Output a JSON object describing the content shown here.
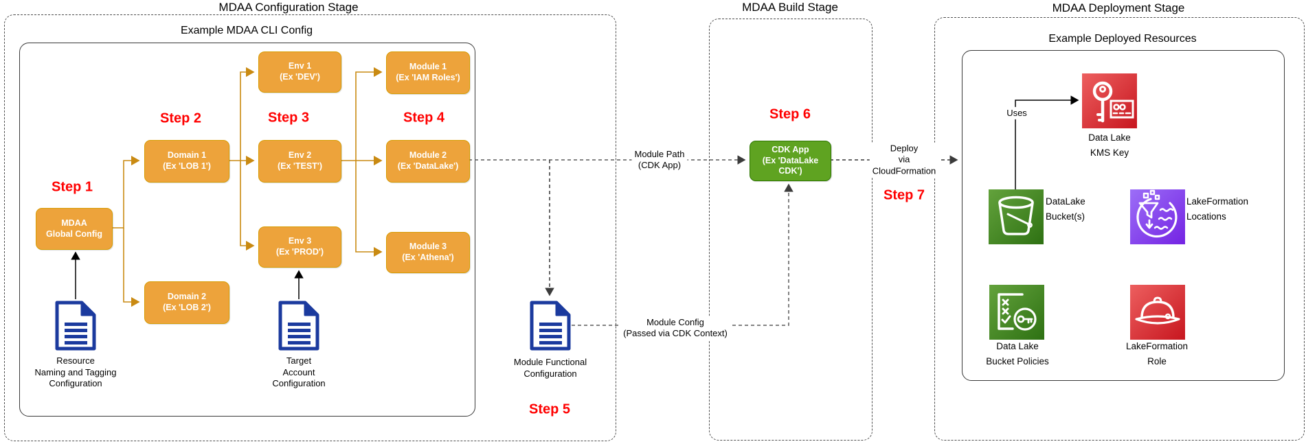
{
  "stages": {
    "config": {
      "title": "MDAA Configuration Stage"
    },
    "build": {
      "title": "MDAA Build Stage"
    },
    "deploy": {
      "title": "MDAA Deployment Stage"
    }
  },
  "containers": {
    "cli": {
      "title": "Example MDAA CLI Config"
    },
    "deployed": {
      "title": "Example Deployed Resources"
    }
  },
  "steps": {
    "s1": "Step 1",
    "s2": "Step 2",
    "s3": "Step 3",
    "s4": "Step 4",
    "s5": "Step 5",
    "s6": "Step 6",
    "s7": "Step 7"
  },
  "nodes": {
    "mdaa_global": {
      "line1": "MDAA",
      "line2": "Global Config"
    },
    "domain1": {
      "line1": "Domain 1",
      "line2": "(Ex 'LOB 1')"
    },
    "domain2": {
      "line1": "Domain 2",
      "line2": "(Ex 'LOB 2')"
    },
    "env1": {
      "line1": "Env 1",
      "line2": "(Ex 'DEV')"
    },
    "env2": {
      "line1": "Env 2",
      "line2": "(Ex 'TEST')"
    },
    "env3": {
      "line1": "Env 3",
      "line2": "(Ex 'PROD')"
    },
    "module1": {
      "line1": "Module 1",
      "line2": "(Ex 'IAM Roles')"
    },
    "module2": {
      "line1": "Module 2",
      "line2": "(Ex 'DataLake')"
    },
    "module3": {
      "line1": "Module 3",
      "line2": "(Ex 'Athena')"
    },
    "cdk_app": {
      "line1": "CDK App",
      "line2": "(Ex 'DataLake",
      "line3": "CDK')"
    }
  },
  "documents": {
    "resource_naming": {
      "line1": "Resource",
      "line2": "Naming and Tagging",
      "line3": "Configuration"
    },
    "target_account": {
      "line1": "Target",
      "line2": "Account",
      "line3": "Configuration"
    },
    "module_functional": {
      "line1": "Module Functional",
      "line2": "Configuration"
    }
  },
  "edges": {
    "module_path": {
      "line1": "Module Path",
      "line2": "(CDK App)"
    },
    "module_config": {
      "line1": "Module Config",
      "line2": "(Passed via CDK Context)"
    },
    "deploy": {
      "line1": "Deploy",
      "line2": "via",
      "line3": "CloudFormation"
    },
    "uses": "Uses"
  },
  "resources": {
    "kms": {
      "line1": "Data Lake",
      "line2": "KMS Key",
      "icon": "kms-key-icon"
    },
    "bucket": {
      "line1": "DataLake",
      "line2": "Bucket(s)",
      "icon": "s3-bucket-icon"
    },
    "locations": {
      "line1": "LakeFormation",
      "line2": "Locations",
      "icon": "lakeformation-locations-icon"
    },
    "policies": {
      "line1": "Data Lake",
      "line2": "Bucket Policies",
      "icon": "bucket-policies-icon"
    },
    "role": {
      "line1": "LakeFormation",
      "line2": "Role",
      "icon": "lakeformation-role-icon"
    }
  },
  "colors": {
    "node_orange": "#EDA33B",
    "node_orange_border": "#D79B00",
    "node_green": "#5FA321",
    "node_green_border": "#2D7600",
    "step_red": "#FF0000",
    "doc_blue": "#1B3A9E",
    "icon_red": "#C7161F",
    "icon_green": "#2E7113",
    "icon_purple": "#7423E3",
    "connector_orange": "#C98A12"
  }
}
